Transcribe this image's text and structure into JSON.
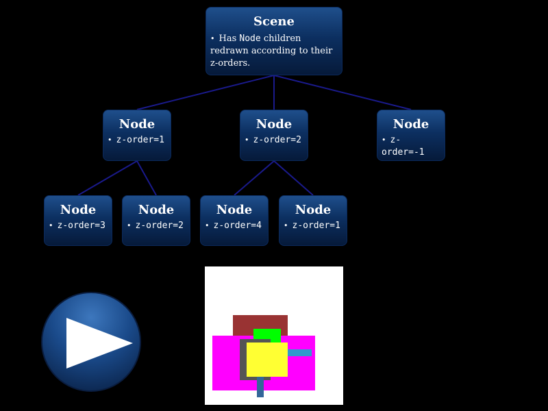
{
  "scene": {
    "title": "Scene",
    "desc_prefix": "Has ",
    "desc_code": "Node",
    "desc_suffix": " children redrawn according to their z-orders."
  },
  "nodes": [
    {
      "title": "Node",
      "desc": "z-order=1"
    },
    {
      "title": "Node",
      "desc": "z-order=2"
    },
    {
      "title": "Node",
      "desc": "z-order=-1"
    },
    {
      "title": "Node",
      "desc": "z-order=3"
    },
    {
      "title": "Node",
      "desc": "z-order=2"
    },
    {
      "title": "Node",
      "desc": "z-order=4"
    },
    {
      "title": "Node",
      "desc": "z-order=1"
    }
  ],
  "edges": [
    [
      "scene",
      0
    ],
    [
      "scene",
      1
    ],
    [
      "scene",
      2
    ],
    [
      0,
      3
    ],
    [
      0,
      4
    ],
    [
      1,
      5
    ],
    [
      1,
      6
    ]
  ],
  "colors": {
    "edge": "#1a1a8c",
    "node_border": "#0b2a5c",
    "preview_red": "#993333",
    "preview_magenta": "#ff00ff",
    "preview_green": "#00ff00",
    "preview_gray": "#555555",
    "preview_yellow": "#ffff33",
    "preview_blue": "#3399cc",
    "preview_steel": "#336699"
  },
  "icons": {
    "play": "play-icon"
  }
}
